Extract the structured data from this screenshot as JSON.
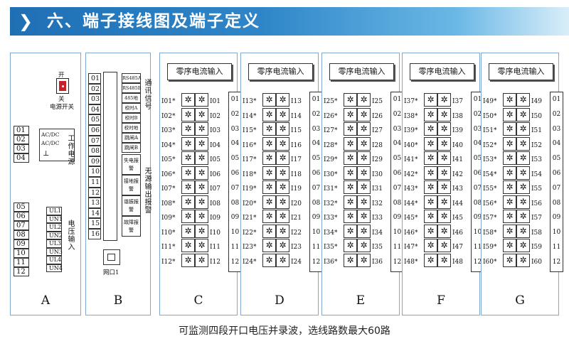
{
  "header": {
    "chevron": "❯",
    "title": "六、端子接线图及端子定义"
  },
  "panel_a": {
    "label": "A",
    "switch_on": "开",
    "switch_off": "关",
    "switch_caption": "电源开关",
    "power_terminals": [
      "01",
      "02",
      "03",
      "04"
    ],
    "power_types": [
      "AC/DC",
      "AC/DC"
    ],
    "power_label": "工作电源",
    "voltage_terminals": [
      "05",
      "06",
      "07",
      "08",
      "09",
      "10",
      "11",
      "12"
    ],
    "voltage_channels": [
      "UL1",
      "UN1",
      "UL2",
      "UN2",
      "UL3",
      "UN3",
      "UL4",
      "UN4"
    ],
    "voltage_label": "电压输入"
  },
  "panel_b": {
    "label": "B",
    "terminals": [
      "01",
      "02",
      "03",
      "04",
      "05",
      "06",
      "07",
      "08",
      "09",
      "10",
      "11",
      "12",
      "13",
      "14",
      "15",
      "16"
    ],
    "comm_items": [
      "RS485A",
      "RS485B",
      "485地",
      "校时A",
      "校时B",
      "校时地"
    ],
    "comm_label": "通讯信号",
    "relay_items": [
      "跳闸A",
      "跳闸B"
    ],
    "alarm_items": [
      "失电报警",
      "接地报警",
      "谐振报警",
      "故障报警"
    ],
    "alarm_label": "无源输出报警",
    "network_label": "网口1"
  },
  "zero_seq_panels": [
    {
      "label": "C",
      "title": "零序电流输入",
      "left": [
        "I01*",
        "I02*",
        "I03*",
        "I04*",
        "I05*",
        "I06*",
        "I07*",
        "I08*",
        "I09*",
        "I10*",
        "I11*",
        "I12*"
      ],
      "right": [
        "I01",
        "I02",
        "I03",
        "I04",
        "I05",
        "I06",
        "I07",
        "I08",
        "I09",
        "I10",
        "I11",
        "I12"
      ]
    },
    {
      "label": "D",
      "title": "零序电流输入",
      "left": [
        "I13*",
        "I14*",
        "I15*",
        "I16*",
        "I17*",
        "I18*",
        "I19*",
        "I20*",
        "I21*",
        "I22*",
        "I23*",
        "I24*"
      ],
      "right": [
        "I13",
        "I14",
        "I15",
        "I16",
        "I17",
        "I18",
        "I19",
        "I20",
        "I21",
        "I22",
        "I23",
        "I24"
      ]
    },
    {
      "label": "E",
      "title": "零序电流输入",
      "left": [
        "I25*",
        "I26*",
        "I27*",
        "I28*",
        "I29*",
        "I30*",
        "I31*",
        "I32*",
        "I33*",
        "I34*",
        "I35*",
        "I36*"
      ],
      "right": [
        "I25",
        "I26",
        "I27",
        "I28",
        "I29",
        "I30",
        "I31",
        "I32",
        "I33",
        "I34",
        "I35",
        "I36"
      ]
    },
    {
      "label": "F",
      "title": "零序电流输入",
      "left": [
        "I37*",
        "I38*",
        "I39*",
        "I40*",
        "I41*",
        "I42*",
        "I43*",
        "I44*",
        "I45*",
        "I46*",
        "I47*",
        "I48*"
      ],
      "right": [
        "I37",
        "I38",
        "I39",
        "I40",
        "I41",
        "I42",
        "I43",
        "I44",
        "I45",
        "I46",
        "I47",
        "I48"
      ]
    },
    {
      "label": "G",
      "title": "零序电流输入",
      "left": [
        "I49*",
        "I50*",
        "I51*",
        "I52*",
        "I53*",
        "I54*",
        "I55*",
        "I56*",
        "I57*",
        "I58*",
        "I59*",
        "I60*"
      ],
      "right": [
        "I49",
        "I50",
        "I51",
        "I52",
        "I53",
        "I54",
        "I55",
        "I56",
        "I57",
        "I58",
        "I59",
        "I60"
      ]
    }
  ],
  "strip_numbers": [
    "01",
    "02",
    "03",
    "04",
    "05",
    "06",
    "07",
    "08",
    "09",
    "10",
    "11",
    "12"
  ],
  "screw_icon": "✲",
  "caption": "可监测四段开口电压并录波，选线路数最大60路",
  "colors": {
    "banner": "#1f6fb5",
    "panel_border": "#7fa9cf",
    "switch": "#c52127"
  }
}
